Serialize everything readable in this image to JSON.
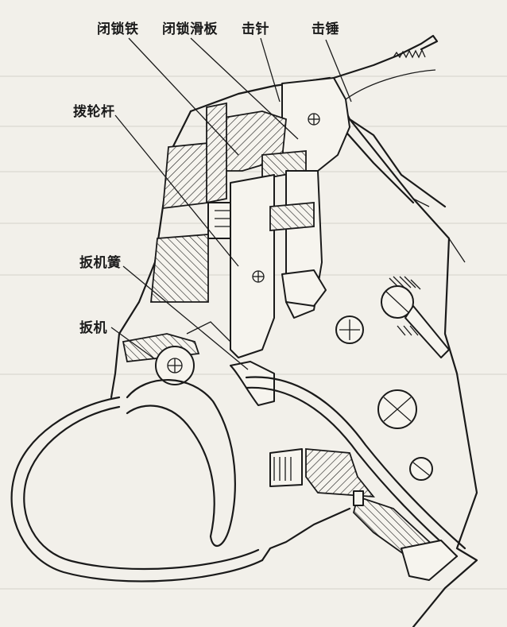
{
  "labels": {
    "bolt": "闭锁铁",
    "bolt_slide": "闭锁滑板",
    "firing_pin": "击针",
    "hammer": "击锤",
    "cylinder_lever": "拨轮杆",
    "trigger_spring": "扳机簧",
    "trigger": "扳机"
  }
}
